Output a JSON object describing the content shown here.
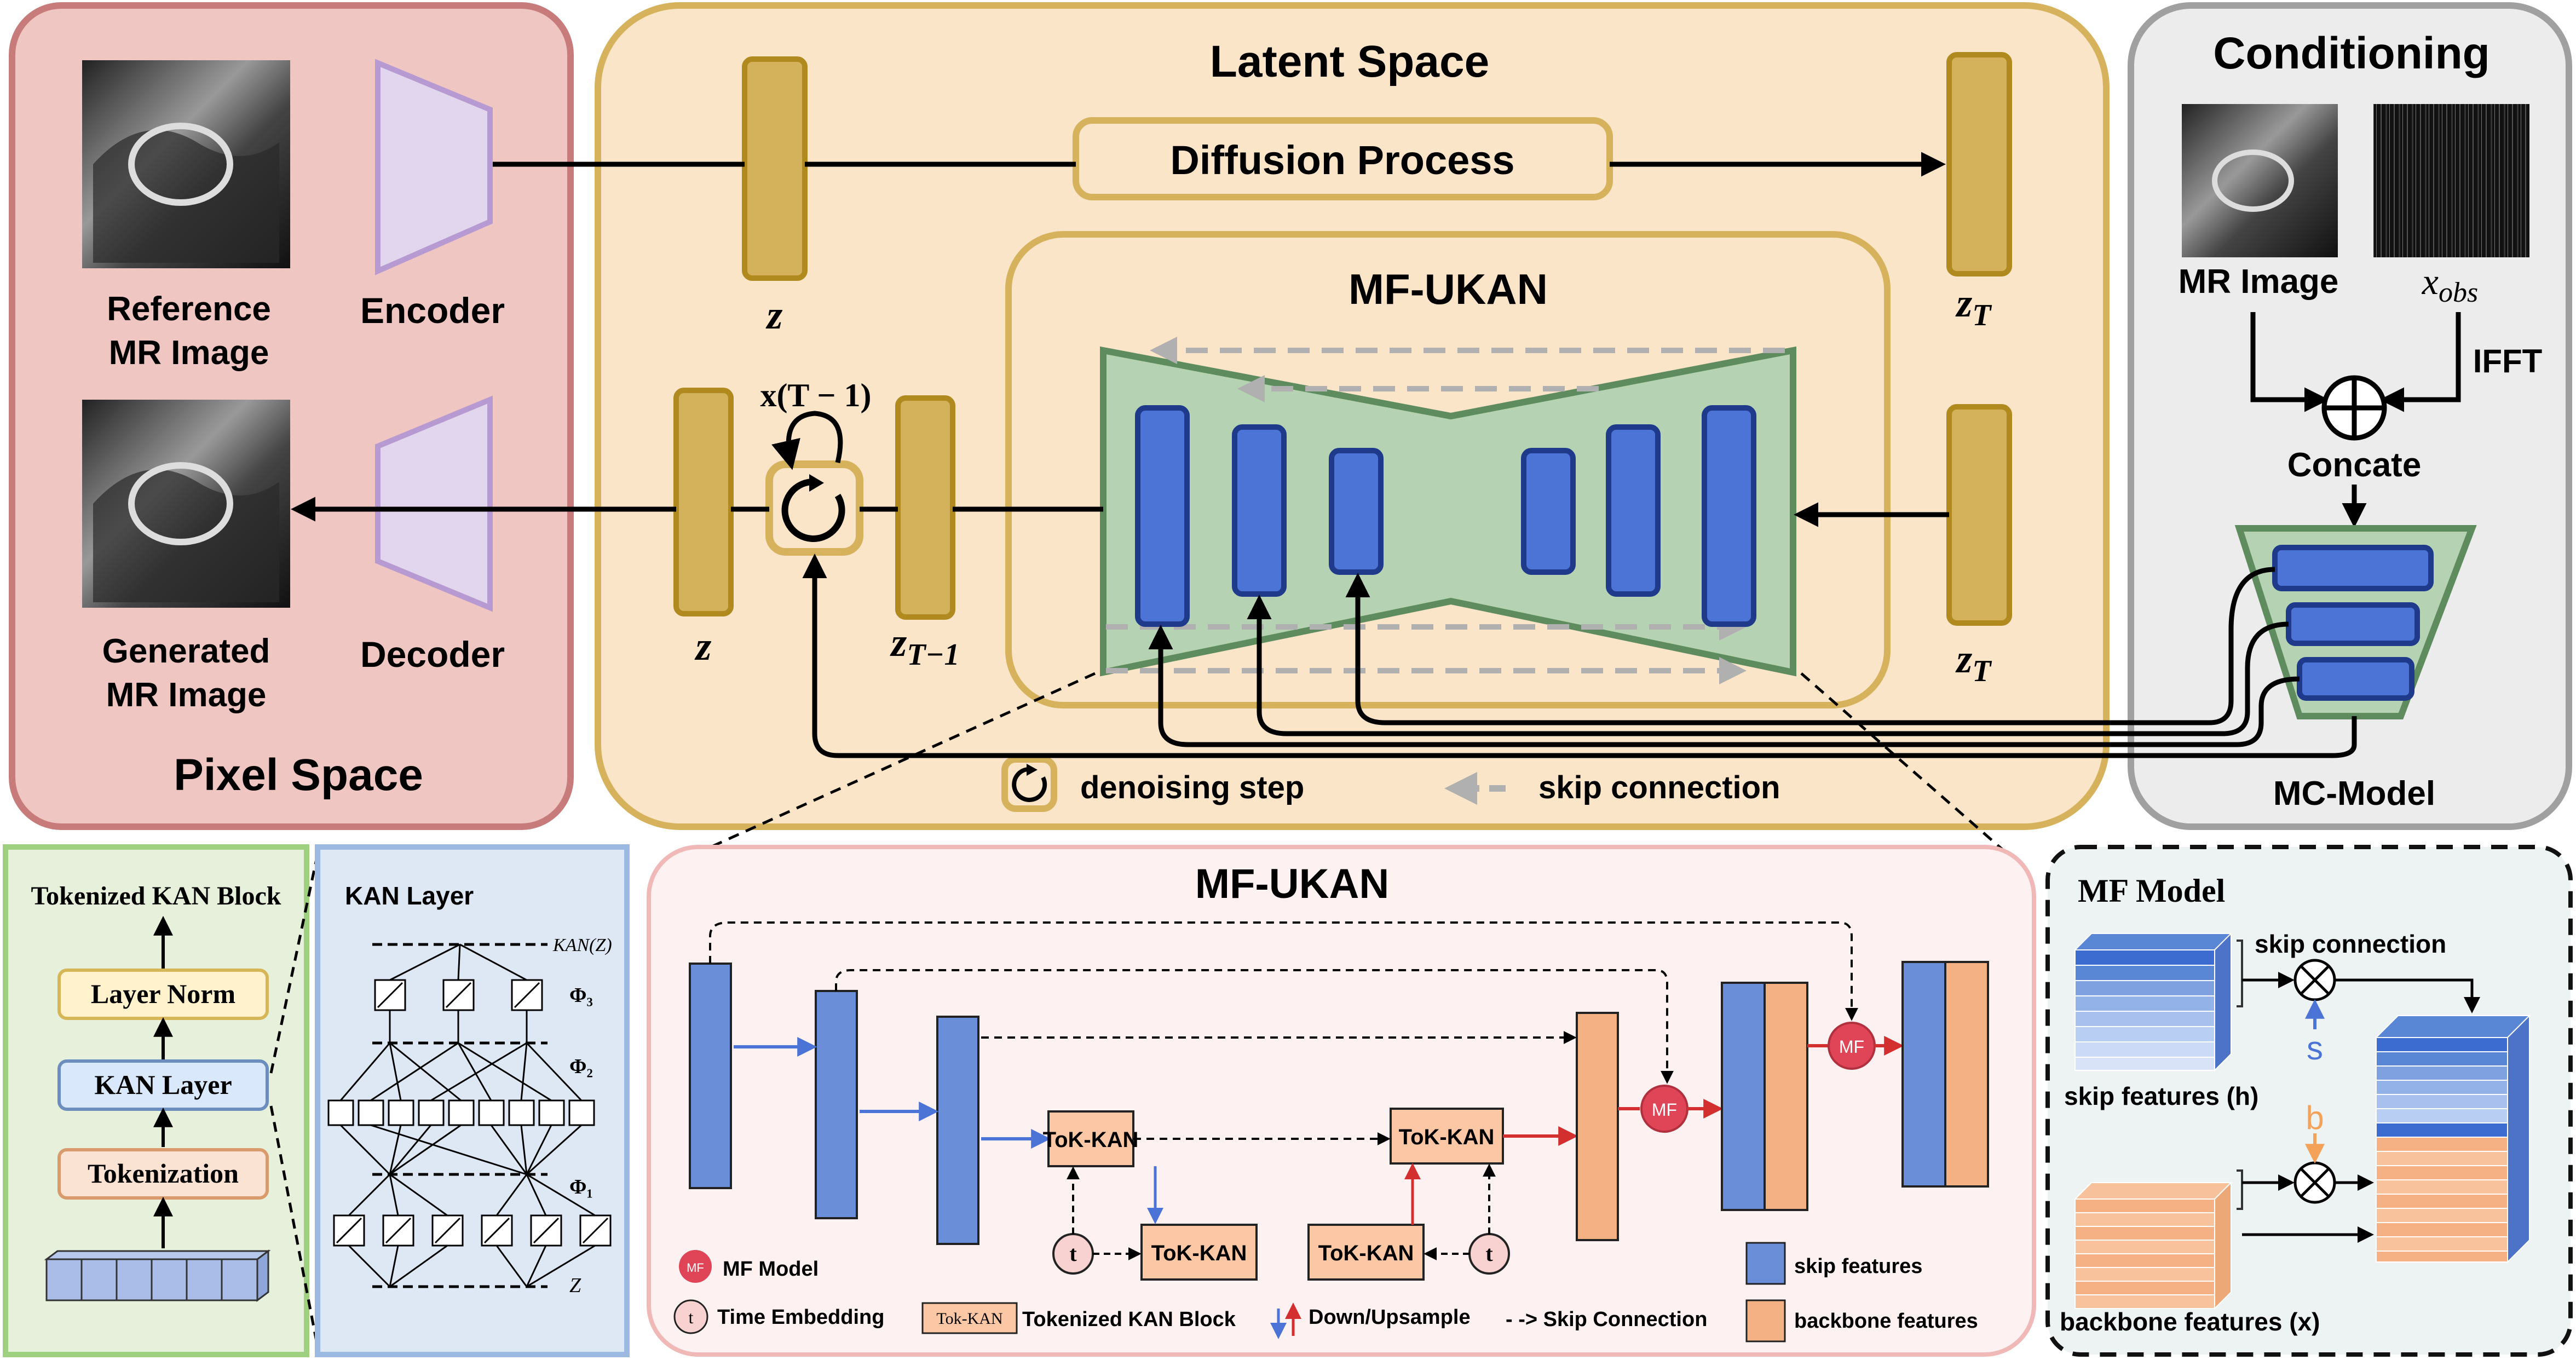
{
  "pixel_space": {
    "title": "Pixel Space",
    "reference_label_1": "Reference",
    "reference_label_2": "MR Image",
    "generated_label_1": "Generated",
    "generated_label_2": "MR Image",
    "encoder": "Encoder",
    "decoder": "Decoder"
  },
  "latent_space": {
    "title": "Latent Space",
    "diffusion": "Diffusion Process",
    "z_top": "z",
    "zT_top": "z",
    "zT_top_sub": "T",
    "z_bottom": "z",
    "zT1": "z",
    "zT1_sub": "T−1",
    "zT_right": "z",
    "zT_right_sub": "T",
    "loop_label": "x(T − 1)",
    "mfukan_title": "MF-UKAN",
    "legend_denoise": "denoising step",
    "legend_skip": "skip connection"
  },
  "conditioning": {
    "title": "Conditioning",
    "mr_image": "MR Image",
    "xobs": "x",
    "xobs_sub": "obs",
    "ifft": "IFFT",
    "concate": "Concate",
    "mc_model": "MC-Model"
  },
  "tok_block": {
    "title": "Tokenized KAN Block",
    "layer_norm": "Layer Norm",
    "kan_layer": "KAN Layer",
    "tokenization": "Tokenization"
  },
  "kan_layer": {
    "title": "KAN Layer",
    "kanz": "KAN(Z)",
    "phi3": "Φ₃",
    "phi2": "Φ₂",
    "phi1": "Φ₁",
    "z": "Z"
  },
  "mf_ukan_detail": {
    "title": "MF-UKAN",
    "tok_kan": "ToK-KAN",
    "t": "t",
    "mf": "MF",
    "legend_mf": "MF Model",
    "legend_t": "Time Embedding",
    "legend_tok": "Tok-KAN",
    "legend_tok_text": "Tokenized KAN Block",
    "legend_updown": "Down/Upsample",
    "legend_skipconn": "- -> Skip Connection",
    "legend_skipfeat": "skip features",
    "legend_backbone": "backbone features"
  },
  "mf_model": {
    "title": "MF Model",
    "skip_connection": "skip connection",
    "skip_features": "skip features (h)",
    "backbone_features": "backbone features (x)",
    "s": "s",
    "b": "b"
  },
  "colors": {
    "pixel_bg": "#efc6c2",
    "pixel_border": "#c77b7b",
    "latent_bg": "#fbe5c9",
    "latent_border": "#d6b25c",
    "cond_bg": "#ececec",
    "cond_border": "#a0a0a0",
    "tok_bg": "#e6f0da",
    "tok_border": "#9fd07f",
    "kan_bg": "#dde8f4",
    "kan_border": "#9cb9e2",
    "mfukan_bg": "#fdf2f1",
    "mfukan_border": "#f0b9b8",
    "mfmodel_bg": "#edf3f3",
    "latent_vec": "#d4b25c",
    "latent_vec_border": "#b08a1e",
    "unet_fill": "#b5d3b3",
    "unet_border": "#5e8c5e",
    "unet_block": "#4c73d6",
    "unet_block_border": "#1f3a8a",
    "encoder_fill": "#e2d6ef",
    "encoder_border": "#b69ad1",
    "skip_blue": "#6a8fd8",
    "backbone_orange": "#f4b183",
    "mf_red": "#e04457"
  }
}
